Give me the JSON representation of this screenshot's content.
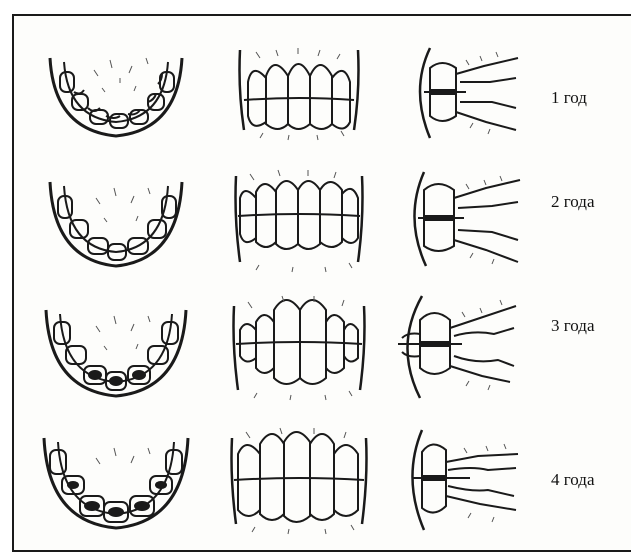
{
  "rows": [
    {
      "age_label": "1 год",
      "stage": 1
    },
    {
      "age_label": "2 года",
      "stage": 2
    },
    {
      "age_label": "3 года",
      "stage": 3
    },
    {
      "age_label": "4 года",
      "stage": 4
    }
  ],
  "colors": {
    "ink": "#1a1a1a",
    "paper": "#fdfdfb"
  }
}
